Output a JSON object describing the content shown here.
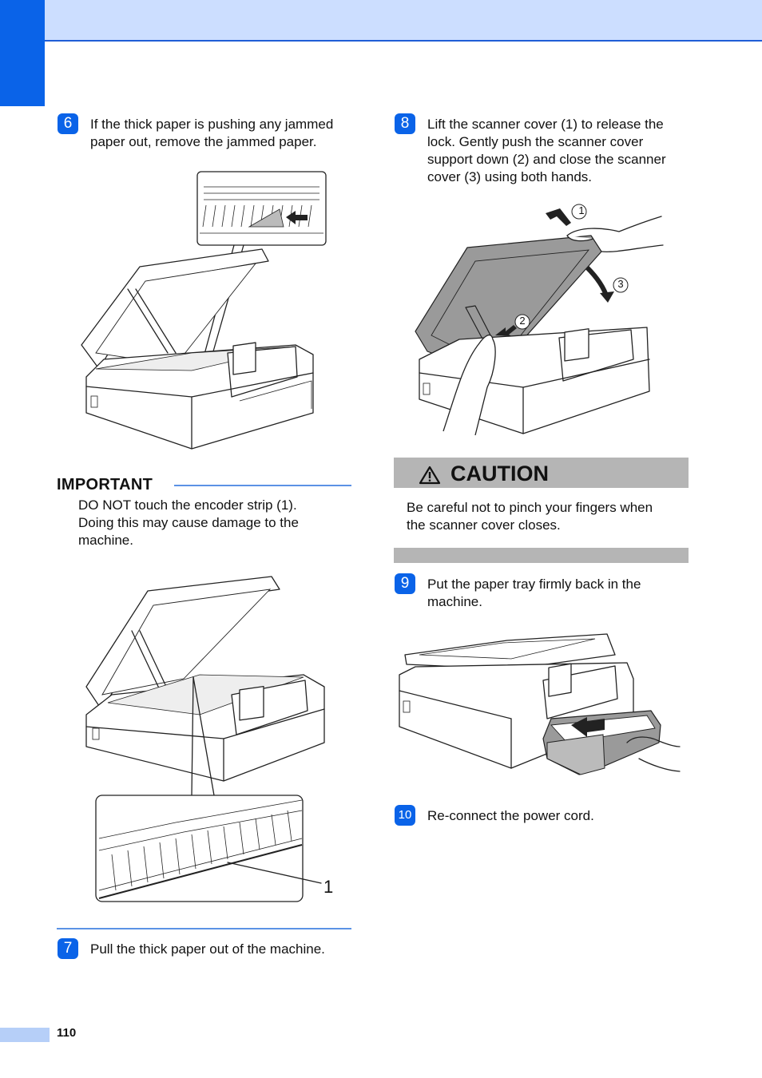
{
  "steps": {
    "s6": {
      "number": "6",
      "text_l1": "If the thick paper is pushing any jammed",
      "text_l2": "paper out, remove the jammed paper."
    },
    "s7": {
      "number": "7",
      "text": "Pull the thick paper out of the machine."
    },
    "s8": {
      "number": "8",
      "text_l1": "Lift the scanner cover (1) to release the",
      "text_l2": "lock. Gently push the scanner cover",
      "text_l3": "support down (2) and close the scanner",
      "text_l4": "cover (3) using both hands."
    },
    "s9": {
      "number": "9",
      "text_l1": "Put the paper tray firmly back in the",
      "text_l2": "machine."
    },
    "s10": {
      "number": "10",
      "text": "Re-connect the power cord."
    }
  },
  "important": {
    "title": "IMPORTANT",
    "l1": "DO NOT touch the encoder strip (1).",
    "l2": "Doing this may cause damage to the",
    "l3": "machine."
  },
  "caution": {
    "title": "CAUTION",
    "l1": "Be careful not to pinch your fingers when",
    "l2": "the scanner cover closes."
  },
  "callouts": {
    "c1": "1",
    "c2": "2",
    "c3": "3",
    "encoder_label": "1"
  },
  "footer": {
    "page_number": "110"
  },
  "colors": {
    "accent": "#0a63e8",
    "header_bg": "#ccdeff",
    "caution_bg": "#b5b5b5",
    "rule": "#5b92e5"
  },
  "icons": {
    "warning": "warning-triangle-icon"
  }
}
